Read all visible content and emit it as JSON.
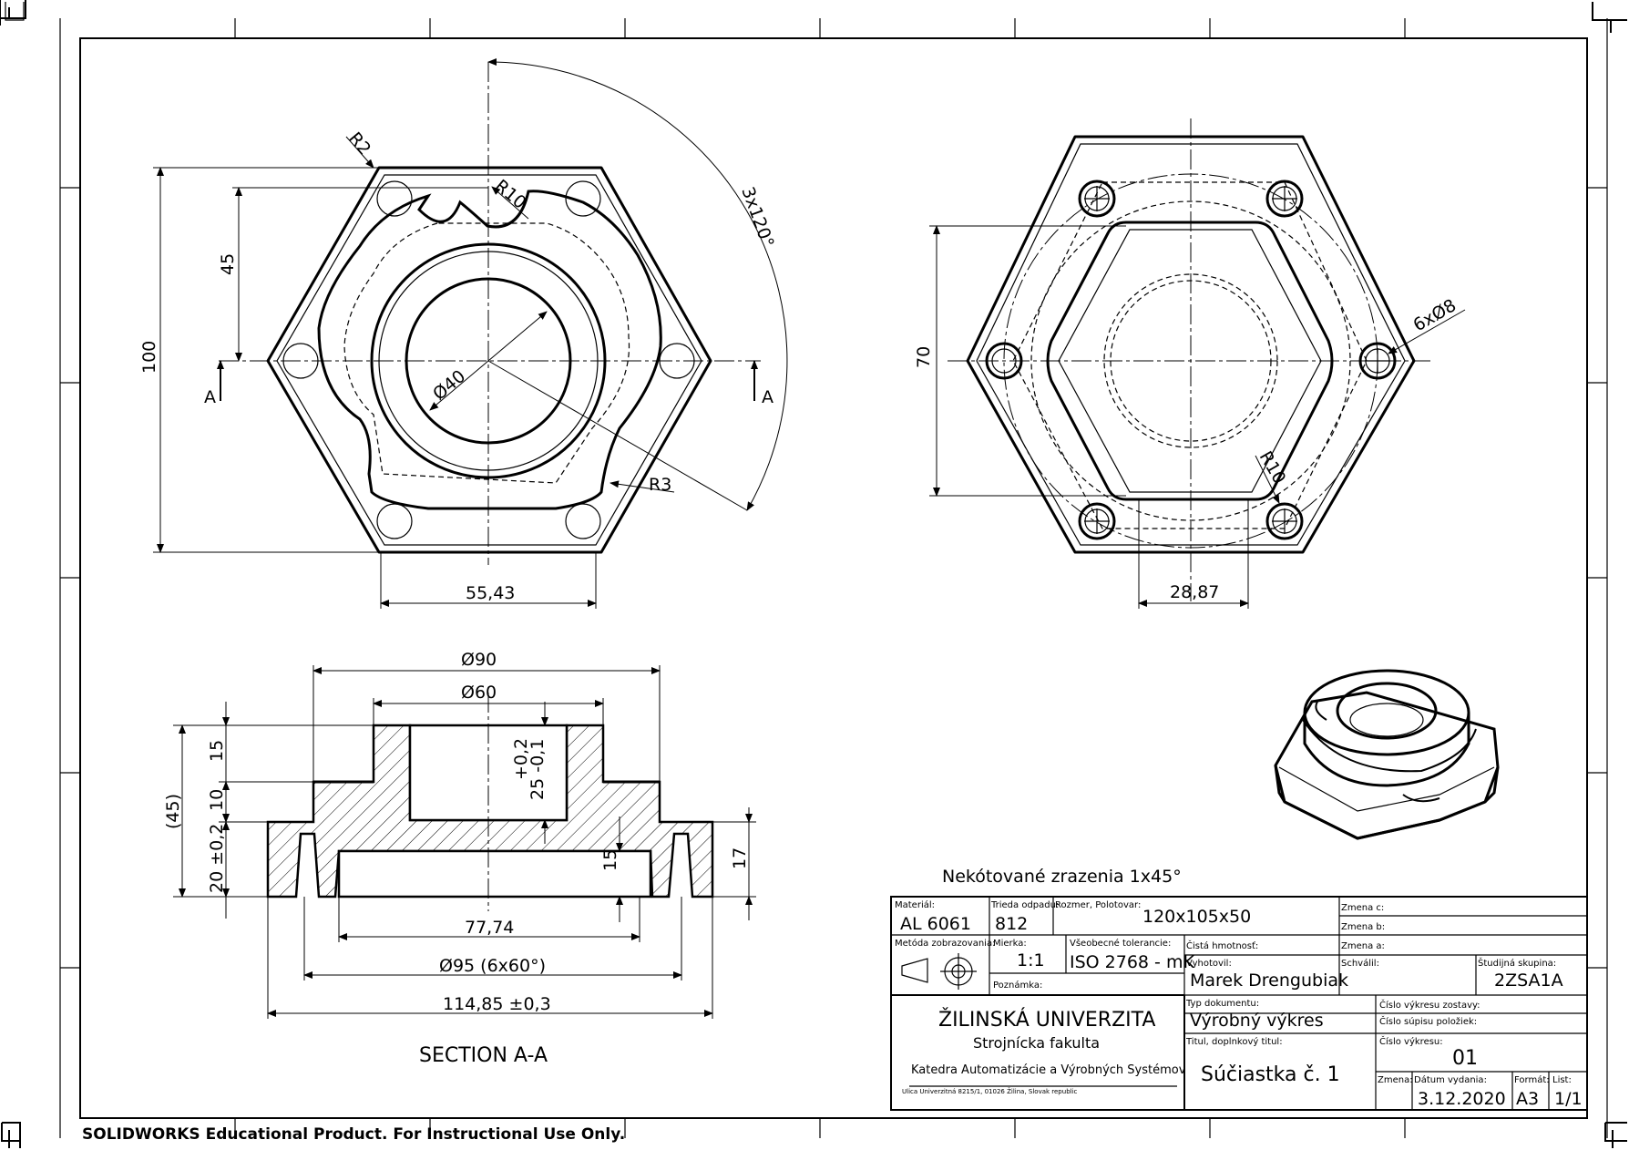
{
  "dimensions": {
    "front_R2": "R2",
    "front_R10": "R10",
    "front_angle": "3x120°",
    "front_height_45": "45",
    "front_height_100": "100",
    "front_dia_40": "Ø40",
    "front_R3": "R3",
    "front_width": "55,43",
    "section_marker": "A",
    "back_height_70": "70",
    "back_holes": "6xØ8",
    "back_R10": "R10",
    "back_width": "28,87",
    "sec_dia_90": "Ø90",
    "sec_dia_60": "Ø60",
    "sec_15_top": "15",
    "sec_10": "10",
    "sec_45": "(45)",
    "sec_20": "20 ±0,2",
    "sec_bore_tol": "+0,2",
    "sec_bore": "25 -0,1",
    "sec_15_inner": "15",
    "sec_17": "17",
    "sec_77": "77,74",
    "sec_95": "Ø95 (6x60°)",
    "sec_114": "114,85 ±0,3",
    "section_title": "SECTION A-A"
  },
  "note": "Nekótované zrazenia 1x45°",
  "watermark": "SOLIDWORKS Educational Product. For Instructional Use Only.",
  "title_block": {
    "material_label": "Materiál:",
    "material": "AL 6061",
    "waste_label": "Trieda odpadu:",
    "waste": "812",
    "stock_label": "Rozmer, Polotovar:",
    "stock": "120x105x50",
    "change_c": "Zmena c:",
    "change_b": "Zmena b:",
    "change_a": "Zmena a:",
    "method_label": "Metóda zobrazovania:",
    "scale_label": "Mierka:",
    "scale": "1:1",
    "tolerance_label": "Všeobecné tolerancie:",
    "tolerance": "ISO 2768 - mK",
    "net_mass_label": "Čistá hmotnosť:",
    "made_by_label": "Vyhotovil:",
    "made_by": "Marek Drengubiak",
    "approved_label": "Schválil:",
    "group_label": "Študijná skupina:",
    "group": "2ZSA1A",
    "note_label": "Poznámka:",
    "university": "ŽILINSKÁ UNIVERZITA",
    "faculty": "Strojnícka fakulta",
    "department": "Katedra Automatizácie a Výrobných Systémov",
    "address": "Ulica Univerzitná 8215/1, 01026 Žilina, Slovak republic",
    "doc_type_label": "Typ dokumentu:",
    "doc_type": "Výrobný výkres",
    "assembly_no_label": "Číslo výkresu zostavy:",
    "parts_list_label": "Číslo súpisu položiek:",
    "title_label": "Titul, doplnkový titul:",
    "drawing_no_label": "Číslo výkresu:",
    "drawing_no": "01",
    "title": "Súčiastka č. 1",
    "change_label": "Zmena:",
    "issue_date_label": "Dátum vydania:",
    "issue_date": "3.12.2020",
    "format_label": "Formát:",
    "format": "A3",
    "sheet_label": "List:",
    "sheet": "1/1"
  }
}
